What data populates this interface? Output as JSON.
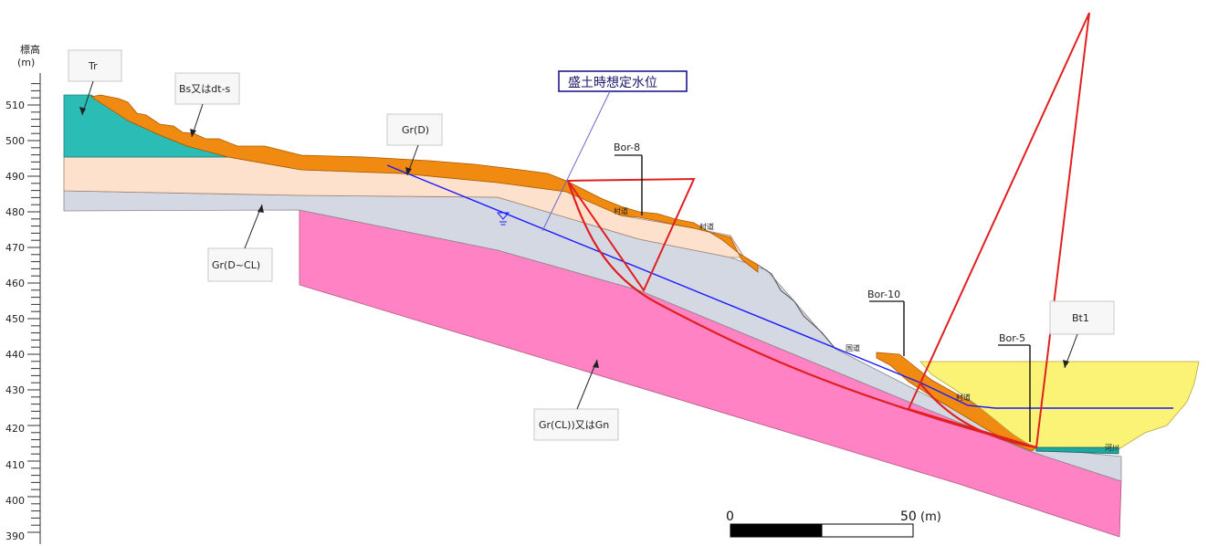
{
  "axis": {
    "title_line1": "標高",
    "title_line2": "(m)",
    "ticks": [
      "510",
      "500",
      "490",
      "480",
      "470",
      "460",
      "450",
      "440",
      "430",
      "420",
      "410",
      "400",
      "390"
    ]
  },
  "layers": {
    "tr": "Tr",
    "bs": "Bs又はdt-s",
    "gr_d": "Gr(D)",
    "gr_dcl": "Gr(D~CL)",
    "gr_cl": "Gr(CL))又はGn",
    "bt1": "Bt1"
  },
  "water_level_label": "盛土時想定水位",
  "boreholes": {
    "bor8": "Bor-8",
    "bor10": "Bor-10",
    "bor5": "Bor-5"
  },
  "roads": {
    "village_road_1": "村道",
    "village_road_2": "村道",
    "national_road": "国道",
    "village_road_3": "村道",
    "river": "河川"
  },
  "scale_bar": {
    "start": "0",
    "end": "50",
    "unit": "(m)"
  },
  "colors": {
    "tr": "#2bbdb5",
    "bs": "#f08a10",
    "gr_d": "#fde1cc",
    "gr_dcl": "#d4d8e2",
    "gr_cl": "#ff82c4",
    "bt1": "#fbf376",
    "water": "#1a1aff",
    "slip": "#e02020"
  }
}
